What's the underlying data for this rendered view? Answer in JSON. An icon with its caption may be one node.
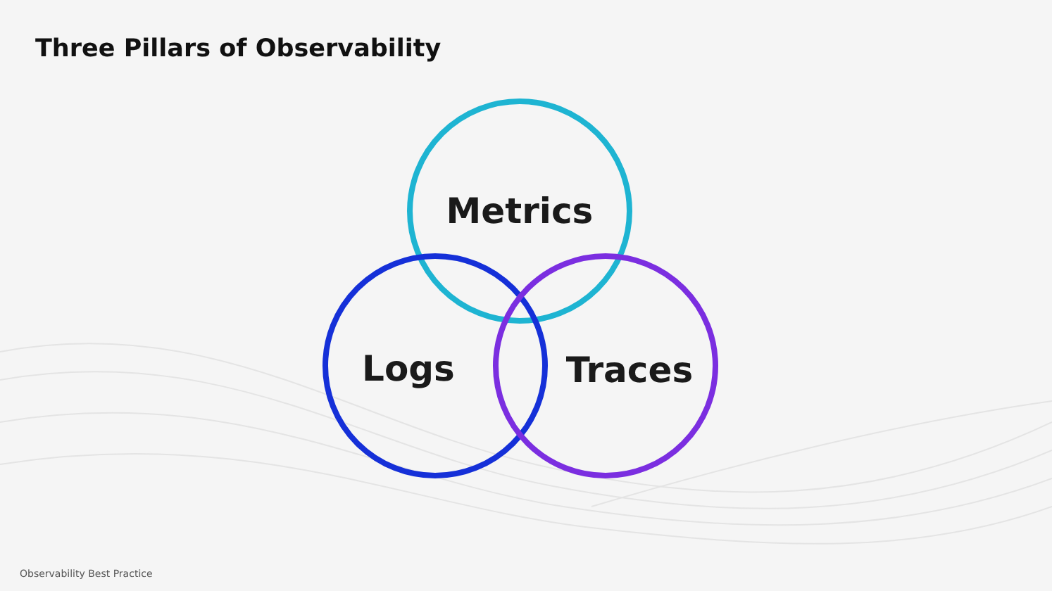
{
  "diagram": {
    "title": "Three Pillars of Observability",
    "nodes": [
      {
        "text": [
          "Metrics"
        ]
      },
      {
        "text": [
          "Logs"
        ]
      },
      {
        "text": [
          "Traces"
        ]
      }
    ],
    "labels": [
      "Observability Best Practice"
    ]
  }
}
